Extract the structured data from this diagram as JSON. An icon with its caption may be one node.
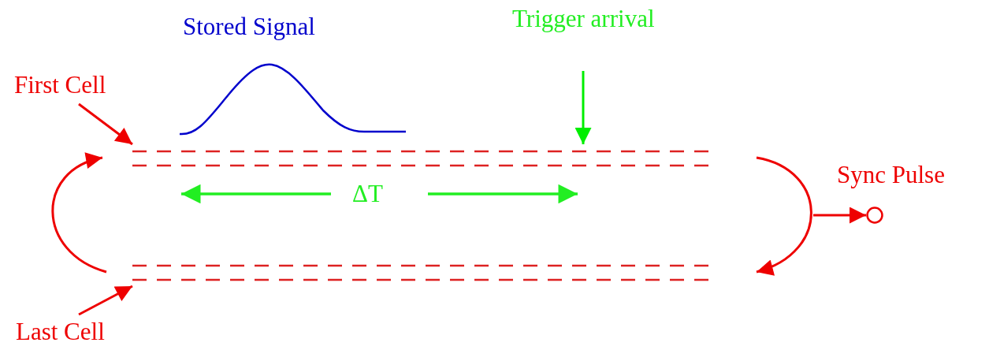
{
  "diagram": {
    "nodes": [
      {
        "text": [
          "First Cell"
        ]
      },
      {
        "text": [
          "Last Cell"
        ]
      },
      {
        "text": [
          "Trigger arrival"
        ]
      },
      {
        "text": [],
        "shape": "bar"
      },
      {
        "text": [],
        "shape": "bar"
      },
      {
        "text": [],
        "shape": "circle",
        "beside": [
          "Sync Pulse"
        ]
      }
    ],
    "edges": [
      {
        "from": 0,
        "to": 3,
        "arrow": "to"
      },
      {
        "from": 1,
        "to": 4,
        "arrow": "to"
      },
      {
        "from": 2,
        "to": 3,
        "arrow": "to",
        "color": "#00ee00"
      },
      {
        "from": 4,
        "to": 3,
        "arrow": "to"
      },
      {
        "from": 3,
        "to": 4,
        "arrow": "to"
      },
      {
        "from": null,
        "to": 5,
        "arrow": "to"
      }
    ],
    "labels": [
      "Stored Signal",
      "ΔT"
    ]
  }
}
